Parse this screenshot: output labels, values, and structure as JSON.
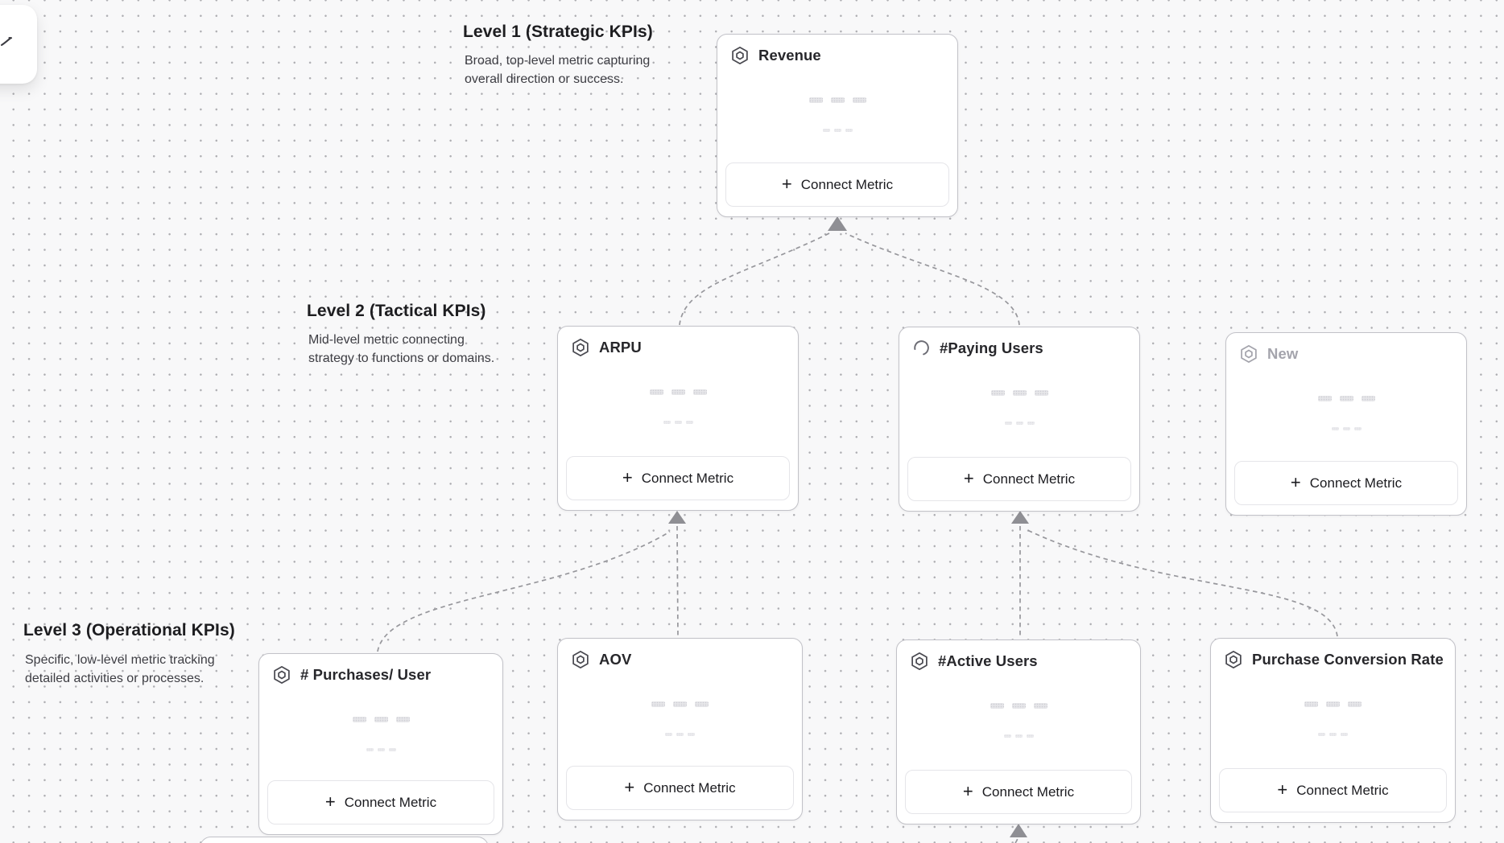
{
  "levels": [
    {
      "title": "Level 1 (Strategic KPIs)",
      "desc1": "Broad, top-level metric capturing",
      "desc2": "overall direction or success."
    },
    {
      "title": "Level 2 (Tactical KPIs)",
      "desc1": "Mid-level metric connecting",
      "desc2": "strategy to functions or domains."
    },
    {
      "title": "Level 3 (Operational KPIs)",
      "desc1": "Specific, low-level metric tracking",
      "desc2": "detailed activities or processes."
    }
  ],
  "cards": [
    {
      "title": "Revenue",
      "icon": "hexagon-metric-icon",
      "button": "Connect Metric"
    },
    {
      "title": "ARPU",
      "icon": "hexagon-metric-icon",
      "button": "Connect Metric"
    },
    {
      "title": "#Paying Users",
      "icon": "loading-spinner-icon",
      "button": "Connect Metric"
    },
    {
      "title": "New",
      "icon": "hexagon-metric-icon",
      "button": "Connect Metric",
      "state": "placeholder"
    },
    {
      "title": "# Purchases/ User",
      "icon": "hexagon-metric-icon",
      "button": "Connect Metric"
    },
    {
      "title": "AOV",
      "icon": "hexagon-metric-icon",
      "button": "Connect Metric"
    },
    {
      "title": "#Active Users",
      "icon": "hexagon-metric-icon",
      "button": "Connect Metric"
    },
    {
      "title": "Purchase Conversion Rate",
      "icon": "hexagon-metric-icon",
      "button": "Connect Metric"
    }
  ],
  "ui": {
    "plus": "+"
  },
  "colors": {
    "canvas_bg": "#f8f8f9",
    "dot_grid": "#aeaeb2",
    "card_border": "#c2c2c8",
    "connector": "#97979c",
    "arrowhead": "#8f8f94",
    "muted_text": "#a4a4ac"
  }
}
